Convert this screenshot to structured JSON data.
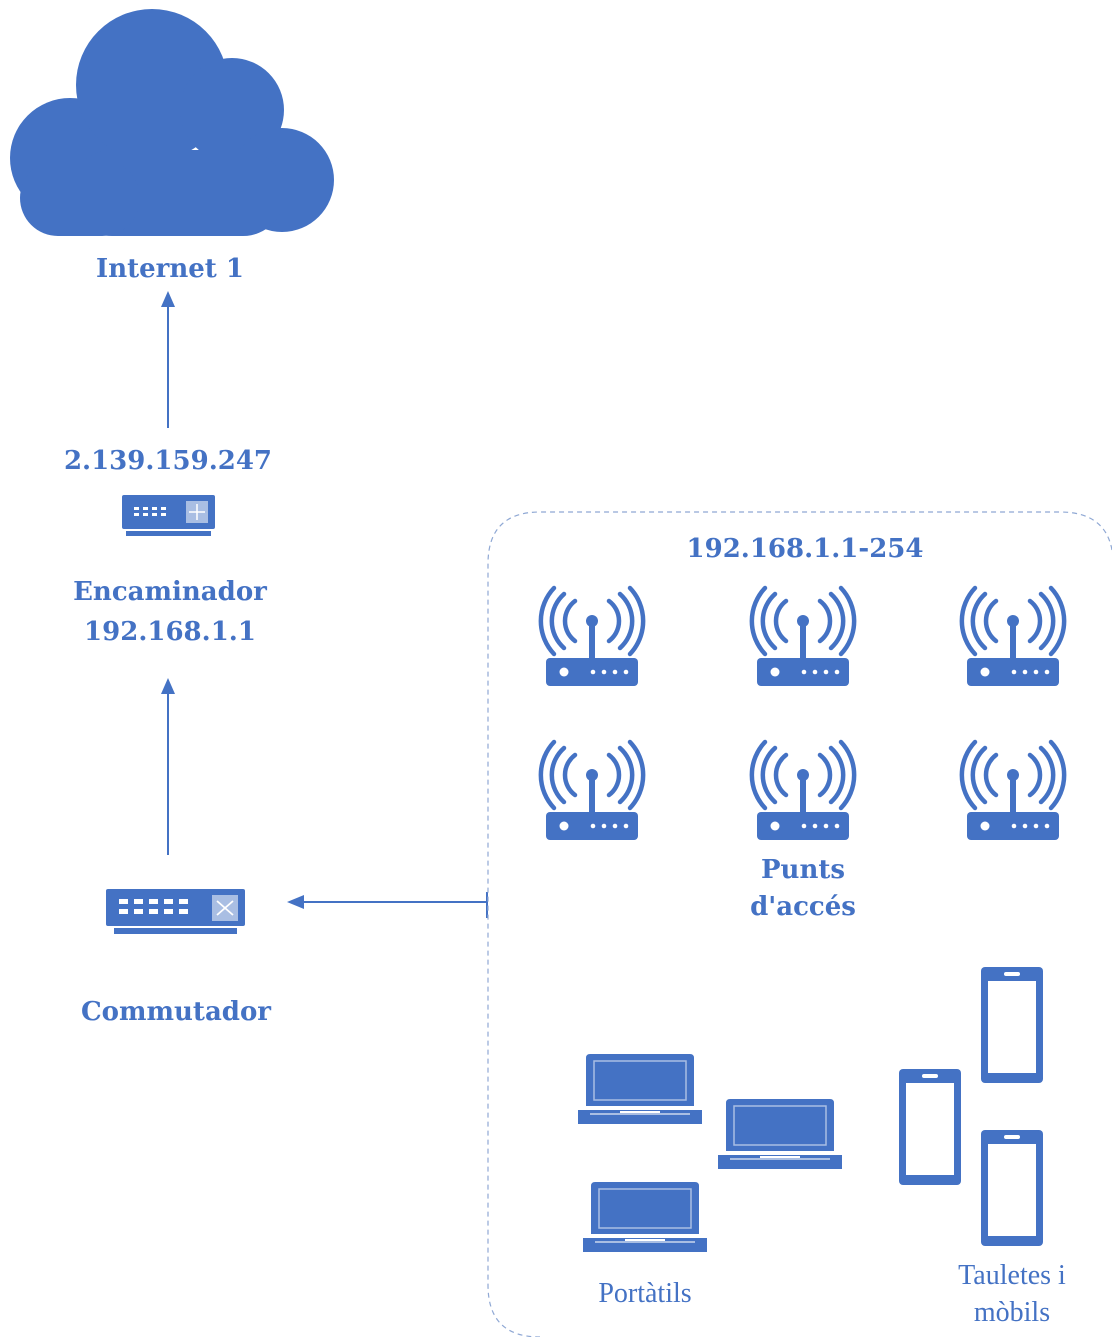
{
  "colors": {
    "accent": "#4472C4",
    "light_accent": "#A9BEE3",
    "background": "#FFFFFF"
  },
  "labels": {
    "internet": "Internet 1",
    "public_ip": "2.139.159.247",
    "router_name": "Encaminador",
    "router_ip": "192.168.1.1",
    "switch_name": "Commutador",
    "lan_range": "192.168.1.1-254",
    "access_points_line1": "Punts",
    "access_points_line2": "d'accés",
    "laptops": "Portàtils",
    "tablets_line1": "Tauletes i",
    "tablets_line2": "mòbils"
  },
  "icons": {
    "cloud": "cloud-icon",
    "router": "router-icon",
    "switch": "switch-icon",
    "access_point": "wifi-access-point-icon",
    "laptop": "laptop-icon",
    "phone": "smartphone-icon"
  }
}
